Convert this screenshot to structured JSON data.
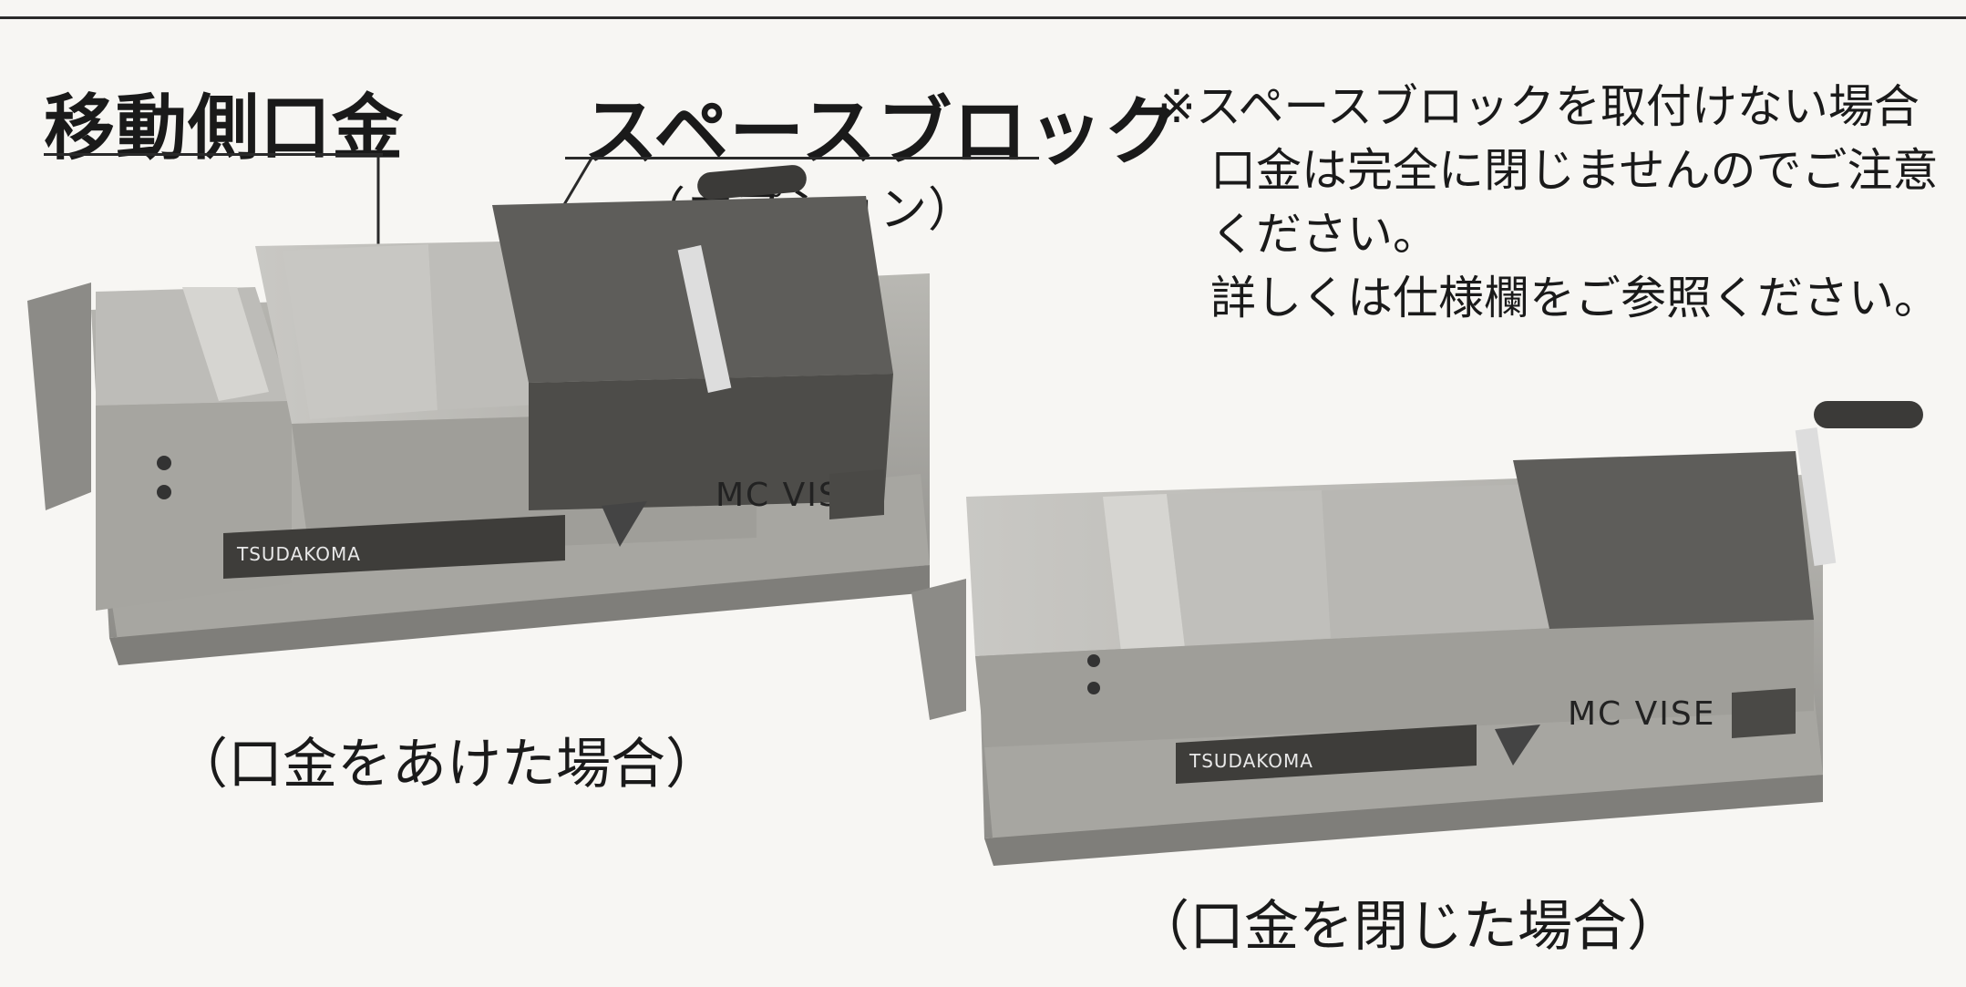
{
  "labels": {
    "moving_jaw": "移動側口金",
    "space_block": "スペースブロック",
    "option": "（オプション）"
  },
  "note": {
    "line1": "※スペースブロックを取付けない場合",
    "line2": "口金は完全に閉じませんのでご注意",
    "line3": "ください。",
    "line4": "詳しくは仕様欄をご参照ください。"
  },
  "captions": {
    "open": "（口金をあけた場合）",
    "closed": "（口金を閉じた場合）"
  },
  "product": {
    "logo": "TSUDAKOMA",
    "model": "MC VISE"
  }
}
